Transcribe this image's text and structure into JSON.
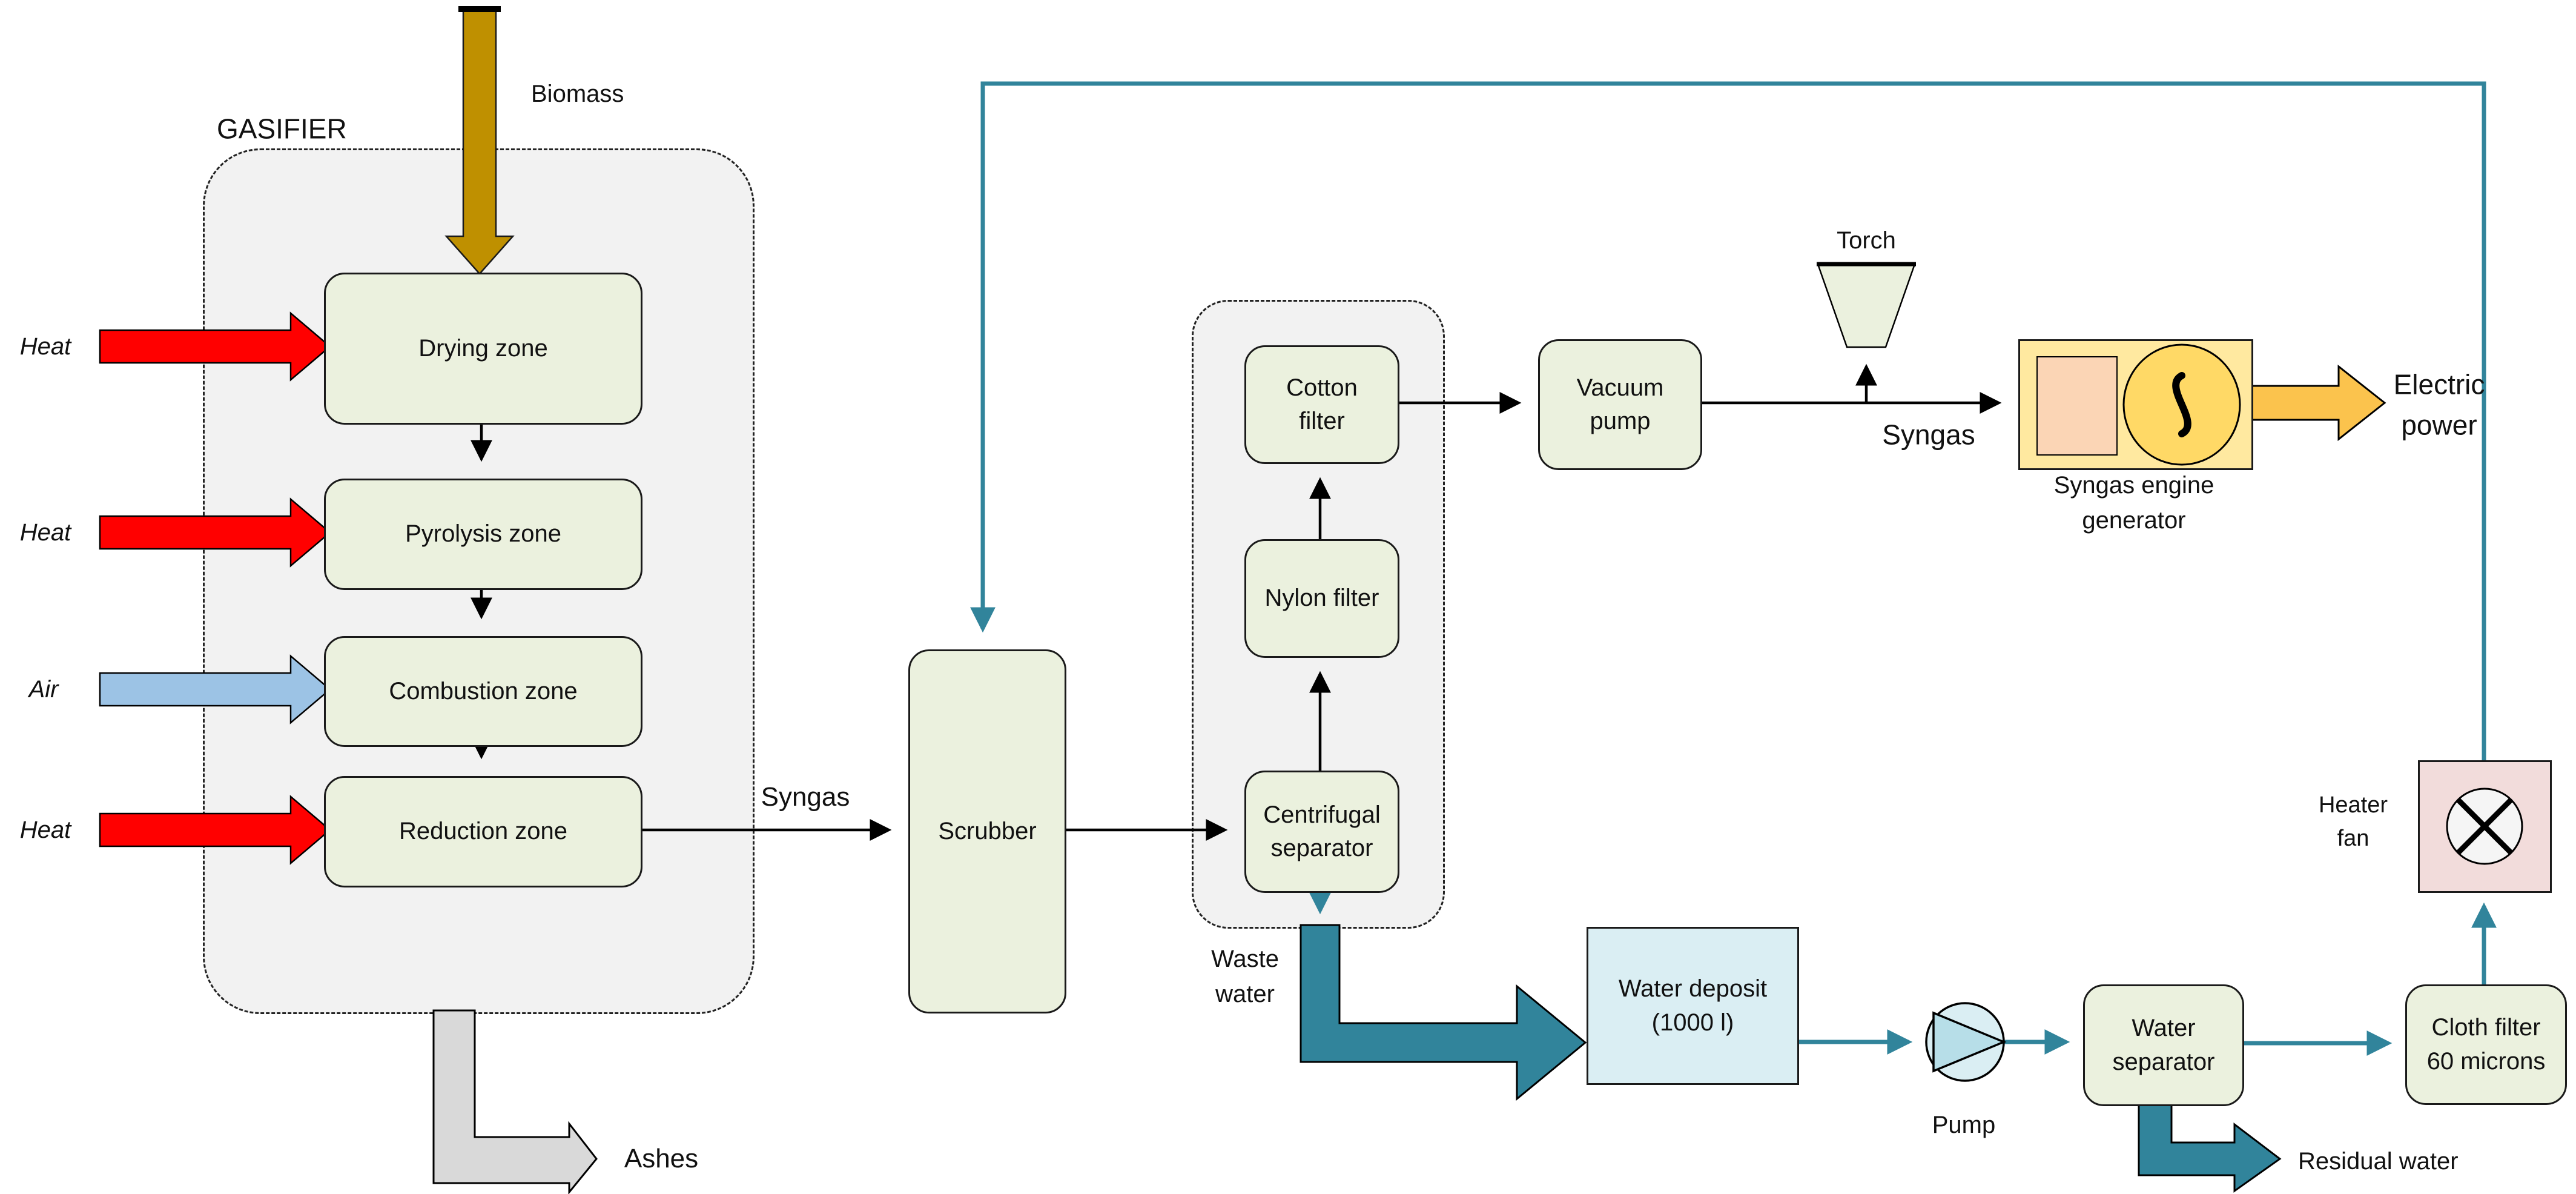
{
  "gasifier": {
    "label": "GASIFIER",
    "zones": {
      "drying": "Drying zone",
      "pyrolysis": "Pyrolysis zone",
      "combustion": "Combustion zone",
      "reduction": "Reduction zone"
    }
  },
  "nodes": {
    "scrubber": "Scrubber",
    "centrifugal": "Centrifugal\nseparator",
    "nylon": "Nylon filter",
    "cotton": "Cotton\nfilter",
    "vacuum": "Vacuum\npump",
    "torch": "Torch",
    "engine_caption": "Syngas engine\ngenerator",
    "water_deposit": "Water deposit\n(1000 l)",
    "pump": "Pump",
    "water_separator": "Water\nseparator",
    "cloth_filter": "Cloth filter\n60 microns",
    "heater_fan": "Heater\nfan"
  },
  "flows": {
    "biomass": "Biomass",
    "heat_drying": "Heat",
    "heat_pyrolysis": "Heat",
    "air": "Air",
    "heat_reduction": "Heat",
    "ashes": "Ashes",
    "syngas_to_scrubber": "Syngas",
    "syngas_to_engine": "Syngas",
    "waste_water": "Waste\nwater",
    "electric_power": "Electric\npower",
    "residual_water": "Residual water"
  },
  "colors": {
    "zone_fill": "#ebf1de",
    "container_fill": "#f2f2f2",
    "teal": "#31849b",
    "heat_red": "#ff0000",
    "air_blue": "#9cc3e5",
    "biomass_gold": "#bf9000",
    "ashes_gray": "#d9d9d9",
    "water_fill": "#daeef3",
    "pump_triangle": "#b7dee8",
    "engine_box": "#ffe9a0",
    "engine_inner": "#fbd5b5",
    "engine_circle": "#ffd966",
    "heater_fill": "#f2dcdb",
    "electric_yellow": "#fbc34d"
  }
}
